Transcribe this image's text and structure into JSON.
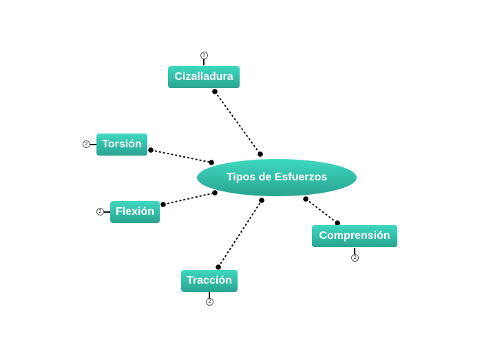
{
  "mindmap": {
    "central": {
      "label": "Tipos de Esfuerzos"
    },
    "topics": [
      {
        "id": "cizalladura",
        "label": "Cizalladura",
        "collapsed_count": "2"
      },
      {
        "id": "torsion",
        "label": "Torsión",
        "collapsed_count": "2"
      },
      {
        "id": "flexion",
        "label": "Flexión",
        "collapsed_count": "2"
      },
      {
        "id": "traccion",
        "label": "Tracción",
        "collapsed_count": "2"
      },
      {
        "id": "compresion",
        "label": "Comprensión",
        "collapsed_count": "2"
      }
    ]
  },
  "colors": {
    "node_top": "#3fd8c0",
    "node_bottom": "#2aa491",
    "connector": "#000000"
  }
}
